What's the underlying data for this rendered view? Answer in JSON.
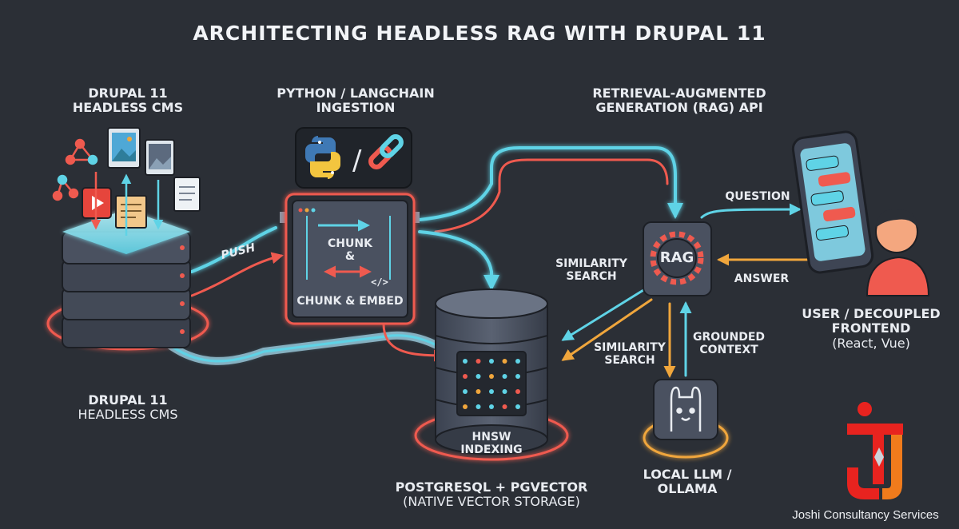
{
  "title": "ARCHITECTING HEADLESS RAG WITH DRUPAL 11",
  "nodes": {
    "drupal_top_line1": "DRUPAL 11",
    "drupal_top_line2": "HEADLESS CMS",
    "drupal_bottom_line1": "DRUPAL 11",
    "drupal_bottom_line2": "HEADLESS CMS",
    "python_line1": "PYTHON / LANGCHAIN",
    "python_line2": "INGESTION",
    "chunk_inner_line1": "CHUNK",
    "chunk_inner_line2": "&",
    "chunk_embed": "CHUNK & EMBED",
    "code_glyph": "</>",
    "rag_api_line1": "RETRIEVAL-AUGMENTED",
    "rag_api_line2": "GENERATION (RAG) API",
    "rag": "RAG",
    "db_inner_line1": "HNSW",
    "db_inner_line2": "INDEXING",
    "db_line1": "POSTGRESQL + PGVECTOR",
    "db_line2": "(NATIVE VECTOR STORAGE)",
    "llm_line1": "LOCAL LLM /",
    "llm_line2": "OLLAMA",
    "user_line1": "USER / DECOUPLED",
    "user_line2": "FRONTEND",
    "user_line3": "(React, Vue)"
  },
  "edges": {
    "push": "PUSH",
    "similarity_top_line1": "SIMILARITY",
    "similarity_top_line2": "SEARCH",
    "similarity_bottom_line1": "SIMILARITY",
    "similarity_bottom_line2": "SEARCH",
    "question": "QUESTION",
    "answer": "ANSWER",
    "grounded_line1": "GROUNDED",
    "grounded_line2": "CONTEXT"
  },
  "brand": {
    "name": "Joshi Consultancy Services"
  },
  "colors": {
    "background": "#2b2f36",
    "cyan": "#5fd3e6",
    "red": "#ef5a4f",
    "orange": "#f0a63c",
    "logo_red": "#e8231f",
    "logo_orange": "#f07b1c"
  },
  "icons": [
    "python-icon",
    "chain-link-icon",
    "gear-icon",
    "ollama-llama-icon",
    "phone-icon",
    "user-avatar-icon",
    "image-icon",
    "video-icon",
    "document-icon",
    "share-node-icon"
  ]
}
